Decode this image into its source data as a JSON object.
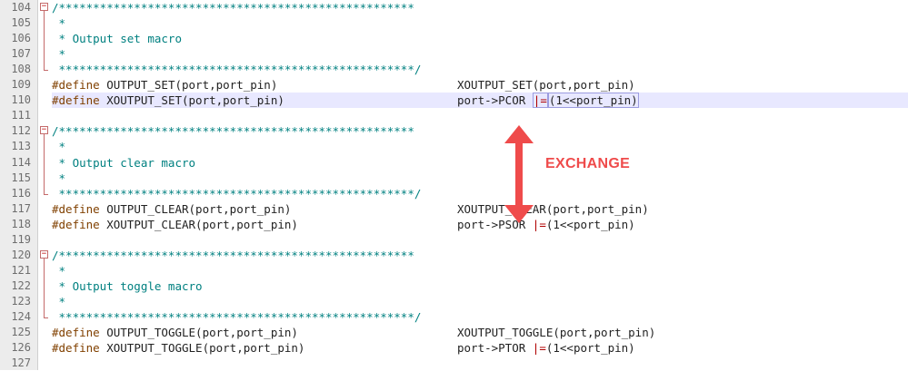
{
  "editor": {
    "lines": [
      {
        "num": "104",
        "code": "/****************************************************",
        "kind": "comment",
        "fold": "start"
      },
      {
        "num": "105",
        "code": " *",
        "kind": "comment"
      },
      {
        "num": "106",
        "code": " * Output set macro",
        "kind": "comment"
      },
      {
        "num": "107",
        "code": " *",
        "kind": "comment"
      },
      {
        "num": "108",
        "code": " ****************************************************/",
        "kind": "comment",
        "fold": "end"
      },
      {
        "num": "109",
        "kind": "define",
        "name": "OUTPUT_SET(port,port_pin)",
        "rhs": "XOUTPUT_SET(port,port_pin)"
      },
      {
        "num": "110",
        "kind": "define",
        "name": "XOUTPUT_SET(port,port_pin)",
        "rhs_pre": "port->PCOR ",
        "rhs_op": "|=",
        "rhs_post": "(1<<port_pin)",
        "highlight": true
      },
      {
        "num": "111",
        "code": "",
        "kind": "blank"
      },
      {
        "num": "112",
        "code": "/****************************************************",
        "kind": "comment",
        "fold": "start"
      },
      {
        "num": "113",
        "code": " *",
        "kind": "comment"
      },
      {
        "num": "114",
        "code": " * Output clear macro",
        "kind": "comment"
      },
      {
        "num": "115",
        "code": " *",
        "kind": "comment"
      },
      {
        "num": "116",
        "code": " ****************************************************/",
        "kind": "comment",
        "fold": "end"
      },
      {
        "num": "117",
        "kind": "define",
        "name": "OUTPUT_CLEAR(port,port_pin)",
        "rhs": "XOUTPUT_CLEAR(port,port_pin)"
      },
      {
        "num": "118",
        "kind": "define",
        "name": "XOUTPUT_CLEAR(port,port_pin)",
        "rhs_pre": "port->PSOR ",
        "rhs_op": "|=",
        "rhs_post": "(1<<port_pin)"
      },
      {
        "num": "119",
        "code": "",
        "kind": "blank"
      },
      {
        "num": "120",
        "code": "/****************************************************",
        "kind": "comment",
        "fold": "start"
      },
      {
        "num": "121",
        "code": " *",
        "kind": "comment"
      },
      {
        "num": "122",
        "code": " * Output toggle macro",
        "kind": "comment"
      },
      {
        "num": "123",
        "code": " *",
        "kind": "comment"
      },
      {
        "num": "124",
        "code": " ****************************************************/",
        "kind": "comment",
        "fold": "end"
      },
      {
        "num": "125",
        "kind": "define",
        "name": "OUTPUT_TOGGLE(port,port_pin)",
        "rhs": "XOUTPUT_TOGGLE(port,port_pin)"
      },
      {
        "num": "126",
        "kind": "define",
        "name": "XOUTPUT_TOGGLE(port,port_pin)",
        "rhs_pre": "port->PTOR ",
        "rhs_op": "|=",
        "rhs_post": "(1<<port_pin)"
      },
      {
        "num": "127",
        "code": "",
        "kind": "blank"
      }
    ],
    "define_keyword": "#define"
  },
  "annotation": {
    "label": "EXCHANGE",
    "color": "#ef4b4b"
  },
  "colors": {
    "comment": "#008080",
    "keyword": "#804000",
    "operator": "#b00000",
    "line_number": "#6e6e6e",
    "highlight": "#e8e8ff"
  }
}
